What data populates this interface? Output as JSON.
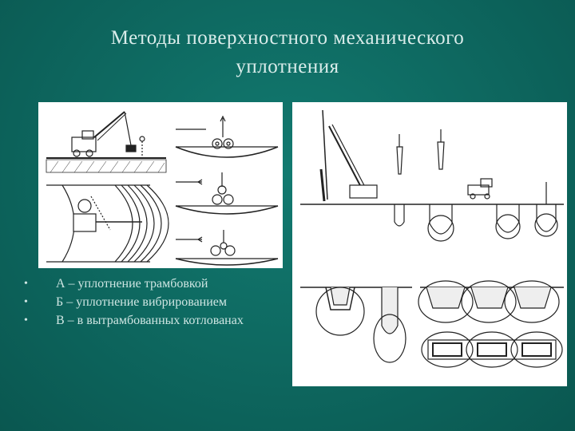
{
  "slide": {
    "title_line1": "Методы поверхностного механического",
    "title_line2": "уплотнения"
  },
  "bullets": [
    {
      "text": "А – уплотнение трамбовкой"
    },
    {
      "text": "Б – уплотнение вибрированием"
    },
    {
      "text": "В – в вытрамбованных котлованах"
    }
  ],
  "bullet_glyph": "•",
  "colors": {
    "background": "#0e6b63",
    "title_text": "#d9ecea",
    "body_text": "#cfe6e3",
    "figure_bg": "#ffffff",
    "drawing_ink": "#222222"
  }
}
